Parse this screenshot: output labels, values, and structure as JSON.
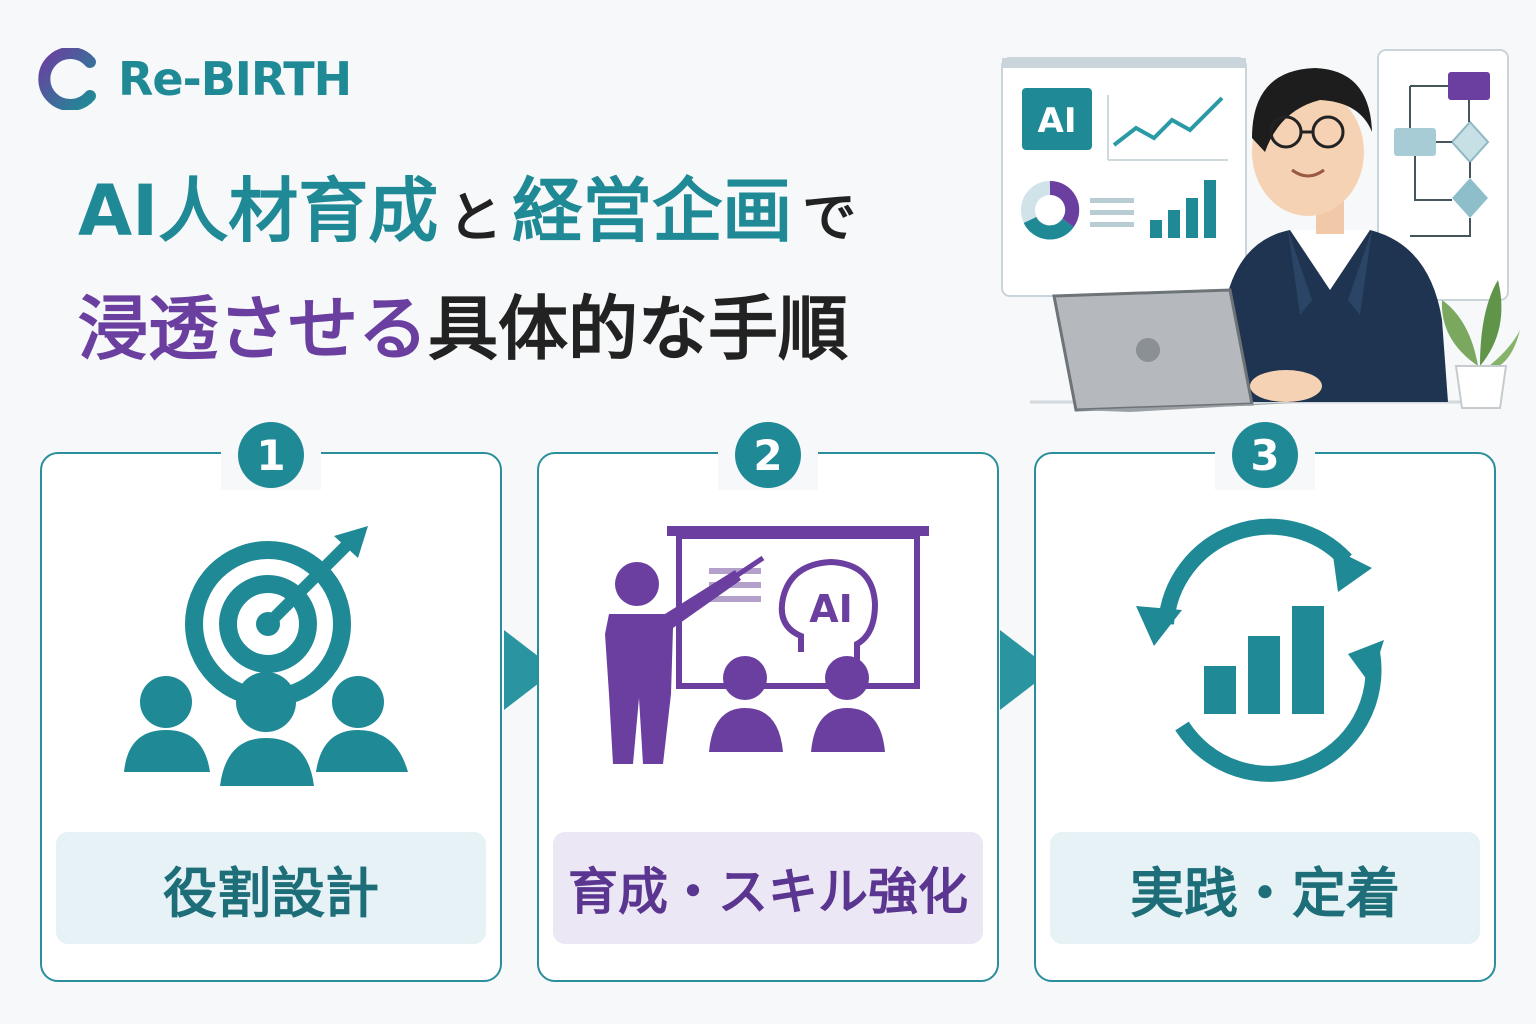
{
  "brand": {
    "name": "Re-BIRTH",
    "color": "#1f8a96",
    "accent": "#6b3fa0"
  },
  "headline": {
    "line1": [
      {
        "text": "AI人材育成",
        "style": "teal"
      },
      {
        "text": "と",
        "style": "small"
      },
      {
        "text": "経営企画",
        "style": "teal"
      },
      {
        "text": "で",
        "style": "small-end"
      }
    ],
    "line2": [
      {
        "text": "浸透させる",
        "style": "purple"
      },
      {
        "text": "具体的な手順",
        "style": "dark"
      }
    ]
  },
  "illustration": {
    "dashboard_badge": "AI",
    "icons": [
      "line-chart-icon",
      "donut-chart-icon",
      "bar-chart-icon",
      "flowchart-icon",
      "laptop-icon",
      "plant-icon",
      "person-icon"
    ]
  },
  "steps": [
    {
      "number": "1",
      "label": "役割設計",
      "icon": "target-team-icon",
      "color": "#1f8a96"
    },
    {
      "number": "2",
      "label": "育成・スキル強化",
      "icon": "ai-training-icon",
      "color": "#6b3fa0",
      "board_text": "AI"
    },
    {
      "number": "3",
      "label": "実践・定着",
      "icon": "cycle-growth-icon",
      "color": "#1f8a96"
    }
  ]
}
